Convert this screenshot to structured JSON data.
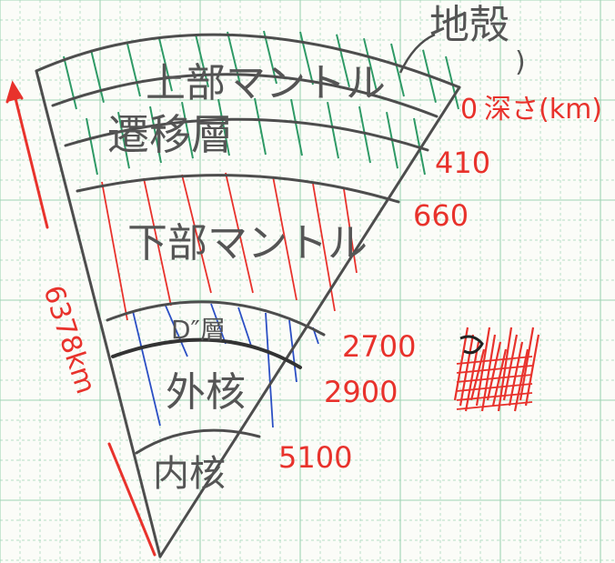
{
  "colors": {
    "grid": "#9fd3b4",
    "pencil": "#4d4d4d",
    "red_ink": "#e8322c",
    "green_hatch": "#2f9a66",
    "blue_hatch": "#2b4fc4"
  },
  "labels": {
    "crust": "地殻",
    "upper_mantle": "上部マントル",
    "transition_zone": "遷移層",
    "lower_mantle": "下部マントル",
    "d_layer": "D″層",
    "outer_core": "外核",
    "inner_core": "内核"
  },
  "depth_header": "深さ(km)",
  "depth_header_prefix": "0",
  "depths": [
    "410",
    "660",
    "2700",
    "2900",
    "5100"
  ],
  "radius_label": "6378km",
  "scribble_icon": "red-scribble-icon"
}
